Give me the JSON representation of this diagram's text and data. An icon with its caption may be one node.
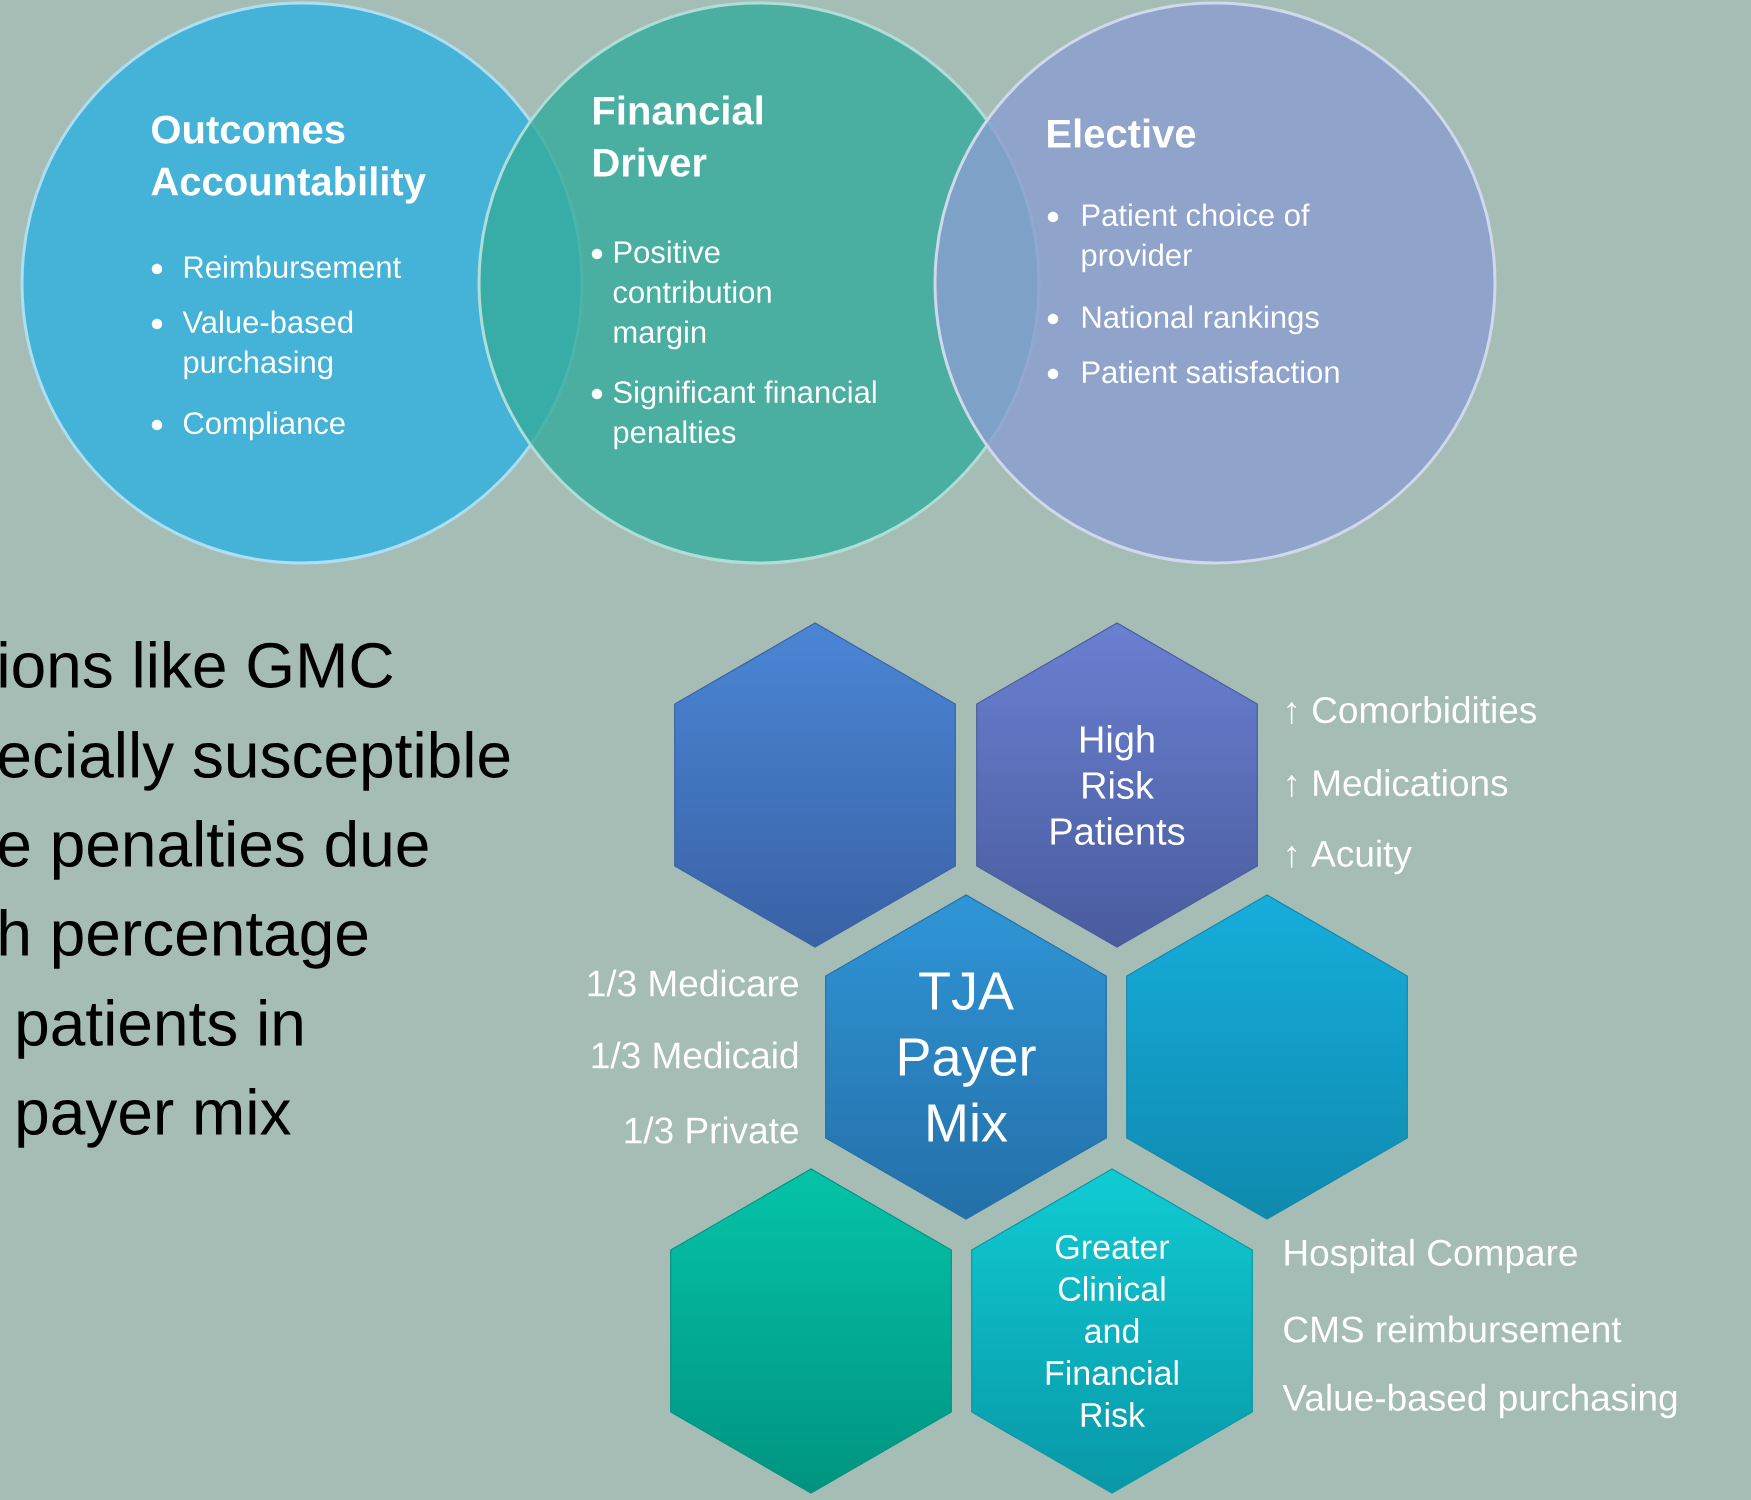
{
  "diagram": {
    "nodes": [
      {
        "text": [
          "Outcomes Accountability",
          "Reimbursement",
          "Value-based purchasing",
          "Compliance"
        ]
      },
      {
        "text": [
          "Financial Driver",
          "Positive contribution margin",
          "Significant financial penalties"
        ]
      },
      {
        "text": [
          "Elective",
          "Patient choice of provider",
          "National rankings",
          "Patient satisfaction"
        ]
      },
      {
        "text": [],
        "shape": "hexagon"
      },
      {
        "text": [
          "High Risk Patients"
        ],
        "beside": [
          "↑ Comorbidities",
          "↑ Medications",
          "↑ Acuity"
        ]
      },
      {
        "text": [
          "TJA Payer Mix"
        ],
        "beside": [
          "1/3 Medicare",
          "1/3 Medicaid",
          "1/3 Private"
        ]
      },
      {
        "text": [],
        "shape": "hexagon"
      },
      {
        "text": [],
        "shape": "hexagon"
      },
      {
        "text": [
          "Greater Clinical and Financial Risk"
        ],
        "beside": [
          "Hospital Compare",
          "CMS reimbursement",
          "Value-based purchasing"
        ]
      }
    ],
    "labels": [
      "ions like GMC",
      "ecially susceptible",
      "e penalties due",
      "h percentage",
      " patients in",
      " payer mix"
    ]
  }
}
